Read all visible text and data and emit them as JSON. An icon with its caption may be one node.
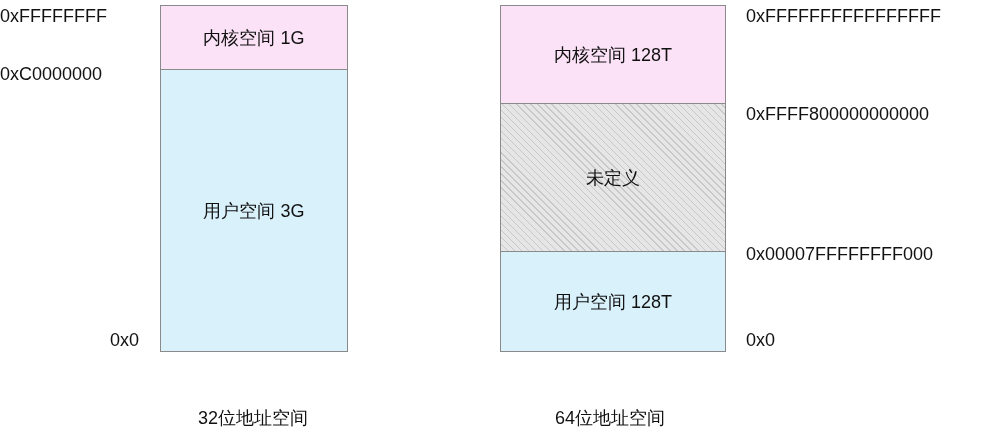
{
  "diagram": {
    "nodes": [
      {
        "text": [
          "内核空间 1G"
        ]
      },
      {
        "text": [
          "用户空间 3G"
        ]
      },
      {
        "text": [
          "内核空间 128T"
        ]
      },
      {
        "text": [
          "未定义"
        ]
      },
      {
        "text": [
          "用户空间 128T"
        ]
      }
    ],
    "labels": [
      "0xFFFFFFFF",
      "0xC0000000",
      "0x0",
      "0xFFFFFFFFFFFFFFFF",
      "0xFFFF800000000000",
      "0x00007FFFFFFFF000",
      "0x0",
      "32位地址空间",
      "64位地址空间"
    ]
  }
}
